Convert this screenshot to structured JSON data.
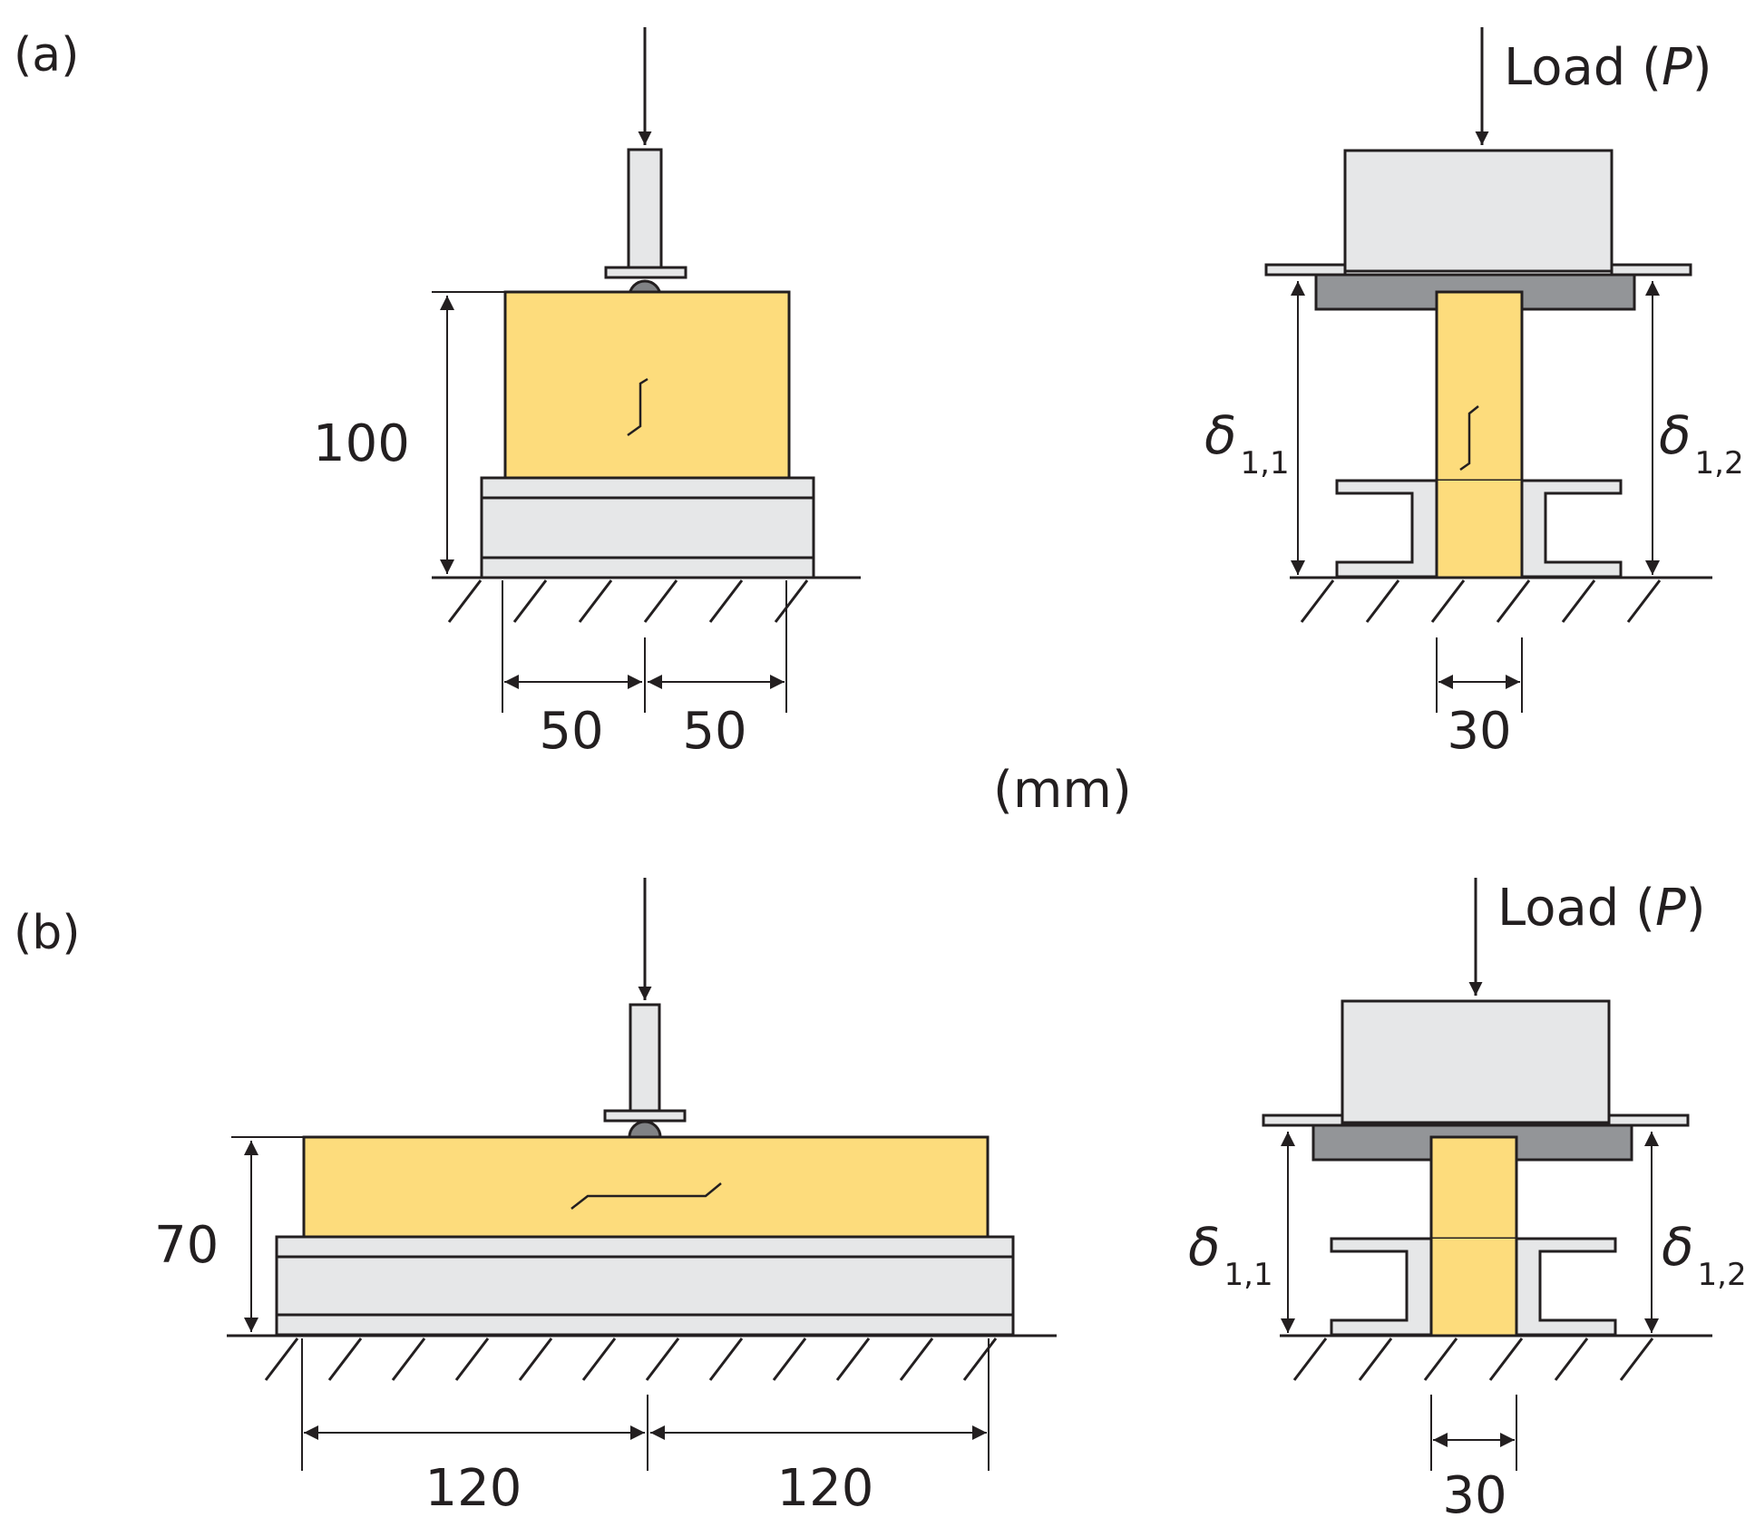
{
  "panels": {
    "a": {
      "label": "(a)",
      "height_dim": "100",
      "left_span_dim": "50",
      "right_span_dim": "50",
      "width_dim": "30",
      "load_label": "Load (",
      "load_symbol": "P",
      "load_close": ")",
      "delta_left": {
        "symbol": "δ",
        "sub": "1,1"
      },
      "delta_right": {
        "symbol": "δ",
        "sub": "1,2"
      }
    },
    "b": {
      "label": "(b)",
      "height_dim": "70",
      "left_span_dim": "120",
      "right_span_dim": "120",
      "width_dim": "30",
      "load_label": "Load (",
      "load_symbol": "P",
      "load_close": ")",
      "delta_left": {
        "symbol": "δ",
        "sub": "1,1"
      },
      "delta_right": {
        "symbol": "δ",
        "sub": "1,2"
      }
    }
  },
  "units": "(mm)",
  "colors": {
    "specimen": "#fddc7c",
    "steel_light": "#e6e7e8",
    "steel_plate": "#d9dadb",
    "steel_dark": "#939598",
    "roller": "#808285",
    "line": "#231f20"
  }
}
